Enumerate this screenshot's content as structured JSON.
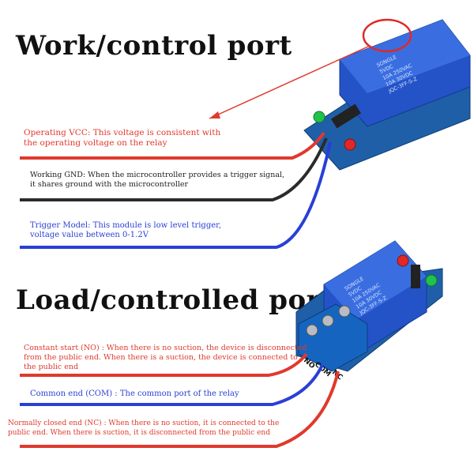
{
  "work_section": {
    "title": "Work/control port",
    "vcc_note": [
      "Operating VCC: This voltage is consistent with",
      "the operating voltage on the relay"
    ],
    "gnd_note": [
      "Working GND: When the microcontroller provides a trigger signal,",
      " it shares ground with the microcontroller"
    ],
    "trigger_note": [
      "Trigger Model: This module is low level trigger,",
      "voltage value between 0-1.2V"
    ]
  },
  "load_section": {
    "title": "Load/controlled port",
    "no_note": [
      "Constant start (NO) : When there is no suction, the device is disconnected",
      "from the public end. When there is a suction, the device is connected to",
      "the public end"
    ],
    "com_note": [
      "Common end (COM) : The common port of the relay"
    ],
    "nc_note": [
      "Normally closed end (NC) : When there is no suction, it is connected to the",
      "public end. When there is suction, it is disconnected from the public end"
    ]
  },
  "relay_top": {
    "brand": "SONGLE",
    "voltage": "5VDC",
    "rating1": "10A 250VAC",
    "rating2": "10A 30VDC",
    "model": "JQC-3FF-S-Z"
  },
  "relay_bottom": {
    "brand": "SONGLE",
    "voltage": "5VDC",
    "rating1": "10A 250VAC",
    "rating2": "10A 30VDC",
    "model": "JQC-3FF-S-Z"
  },
  "terminal_labels": [
    "NO",
    "COM",
    "NC"
  ],
  "colors": {
    "red_wire": "#e0392d",
    "black_wire": "#2b2b2b",
    "blue_wire": "#2a3fd6",
    "relay_blue": "#2453c8",
    "pcb_blue": "#1f5fa8"
  }
}
